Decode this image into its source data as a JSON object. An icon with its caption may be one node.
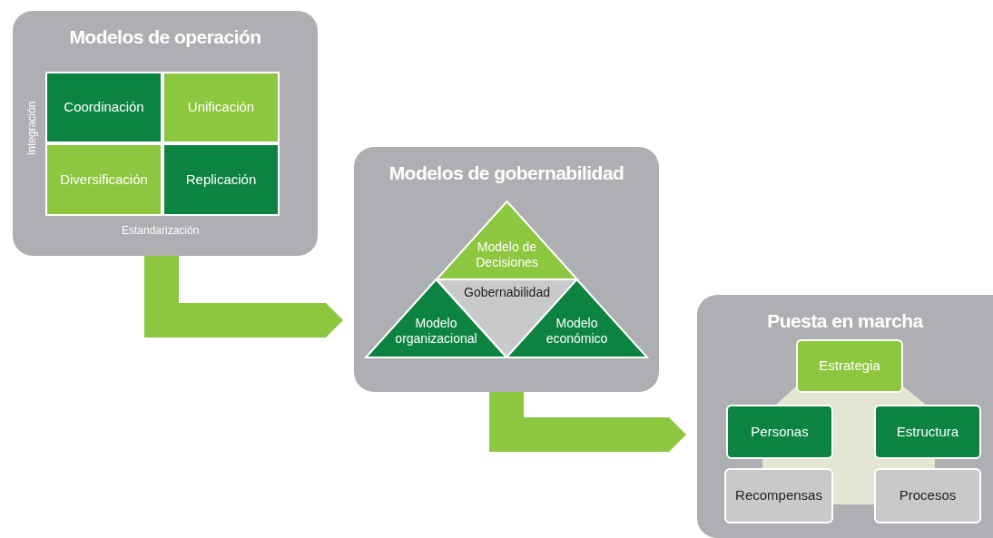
{
  "diagram": {
    "nodes": [
      {
        "text": [
          "Modelos de operación"
        ]
      },
      {
        "text": [
          "Coordinación"
        ],
        "in": 0
      },
      {
        "text": [
          "Unificación"
        ],
        "in": 0
      },
      {
        "text": [
          "Diversificación"
        ],
        "in": 0
      },
      {
        "text": [
          "Replicación"
        ],
        "in": 0
      },
      {
        "text": [
          "Modelos de gobernabilidad"
        ]
      },
      {
        "text": [
          "Modelo de Decisiones"
        ],
        "in": 5
      },
      {
        "text": [
          "Gobernabilidad"
        ],
        "in": 5
      },
      {
        "text": [
          "Modelo organizacional"
        ],
        "in": 5
      },
      {
        "text": [
          "Modelo económico"
        ],
        "in": 5
      },
      {
        "text": [
          "Puesta en marcha"
        ]
      },
      {
        "text": [
          "Estrategia"
        ],
        "in": 10
      },
      {
        "text": [
          "Personas"
        ],
        "in": 10
      },
      {
        "text": [
          "Estructura"
        ],
        "in": 10
      },
      {
        "text": [
          "Recompensas"
        ],
        "in": 10
      },
      {
        "text": [
          "Procesos"
        ],
        "in": 10
      }
    ],
    "edges": [
      {
        "from": 0,
        "to": 5,
        "arrow": "to"
      },
      {
        "from": 5,
        "to": 10,
        "arrow": "to"
      }
    ],
    "labels": [
      "Integración",
      "Estandarización"
    ]
  }
}
